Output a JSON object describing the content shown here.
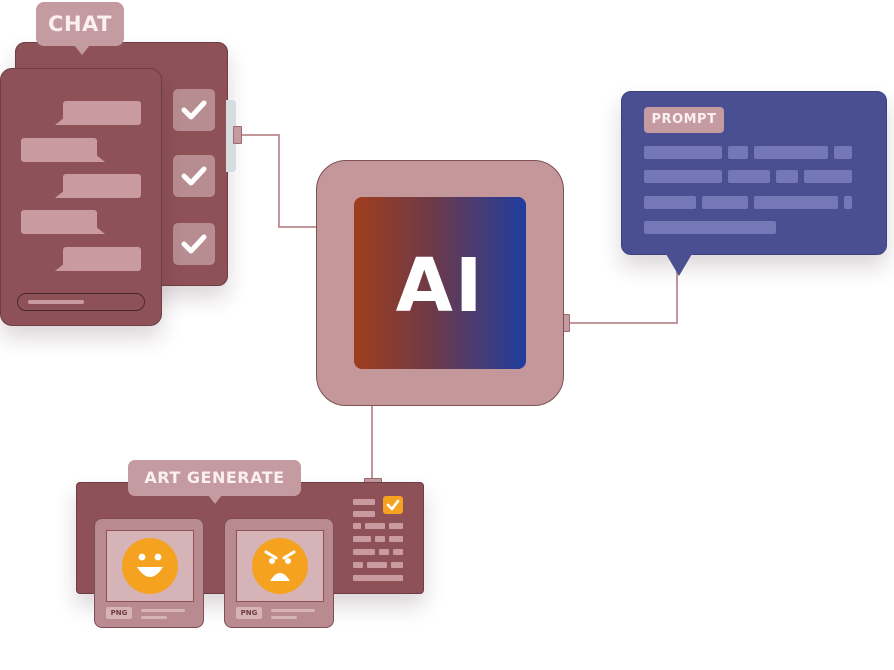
{
  "chat": {
    "title": "CHAT",
    "checkbox_count": 3
  },
  "ai_chip": {
    "label": "AI",
    "gradient": [
      "#a03d1d",
      "#1f3d9f"
    ]
  },
  "prompt": {
    "title": "PROMPT"
  },
  "art": {
    "title": "ART GENERATE",
    "cards": [
      {
        "format": "PNG",
        "expression": "smiling"
      },
      {
        "format": "PNG",
        "expression": "angry"
      }
    ]
  },
  "colors": {
    "panel": "#8e5158",
    "panel_light": "#c49ba0",
    "prompt_panel": "#4a4f92",
    "accent": "#f4a21f"
  }
}
